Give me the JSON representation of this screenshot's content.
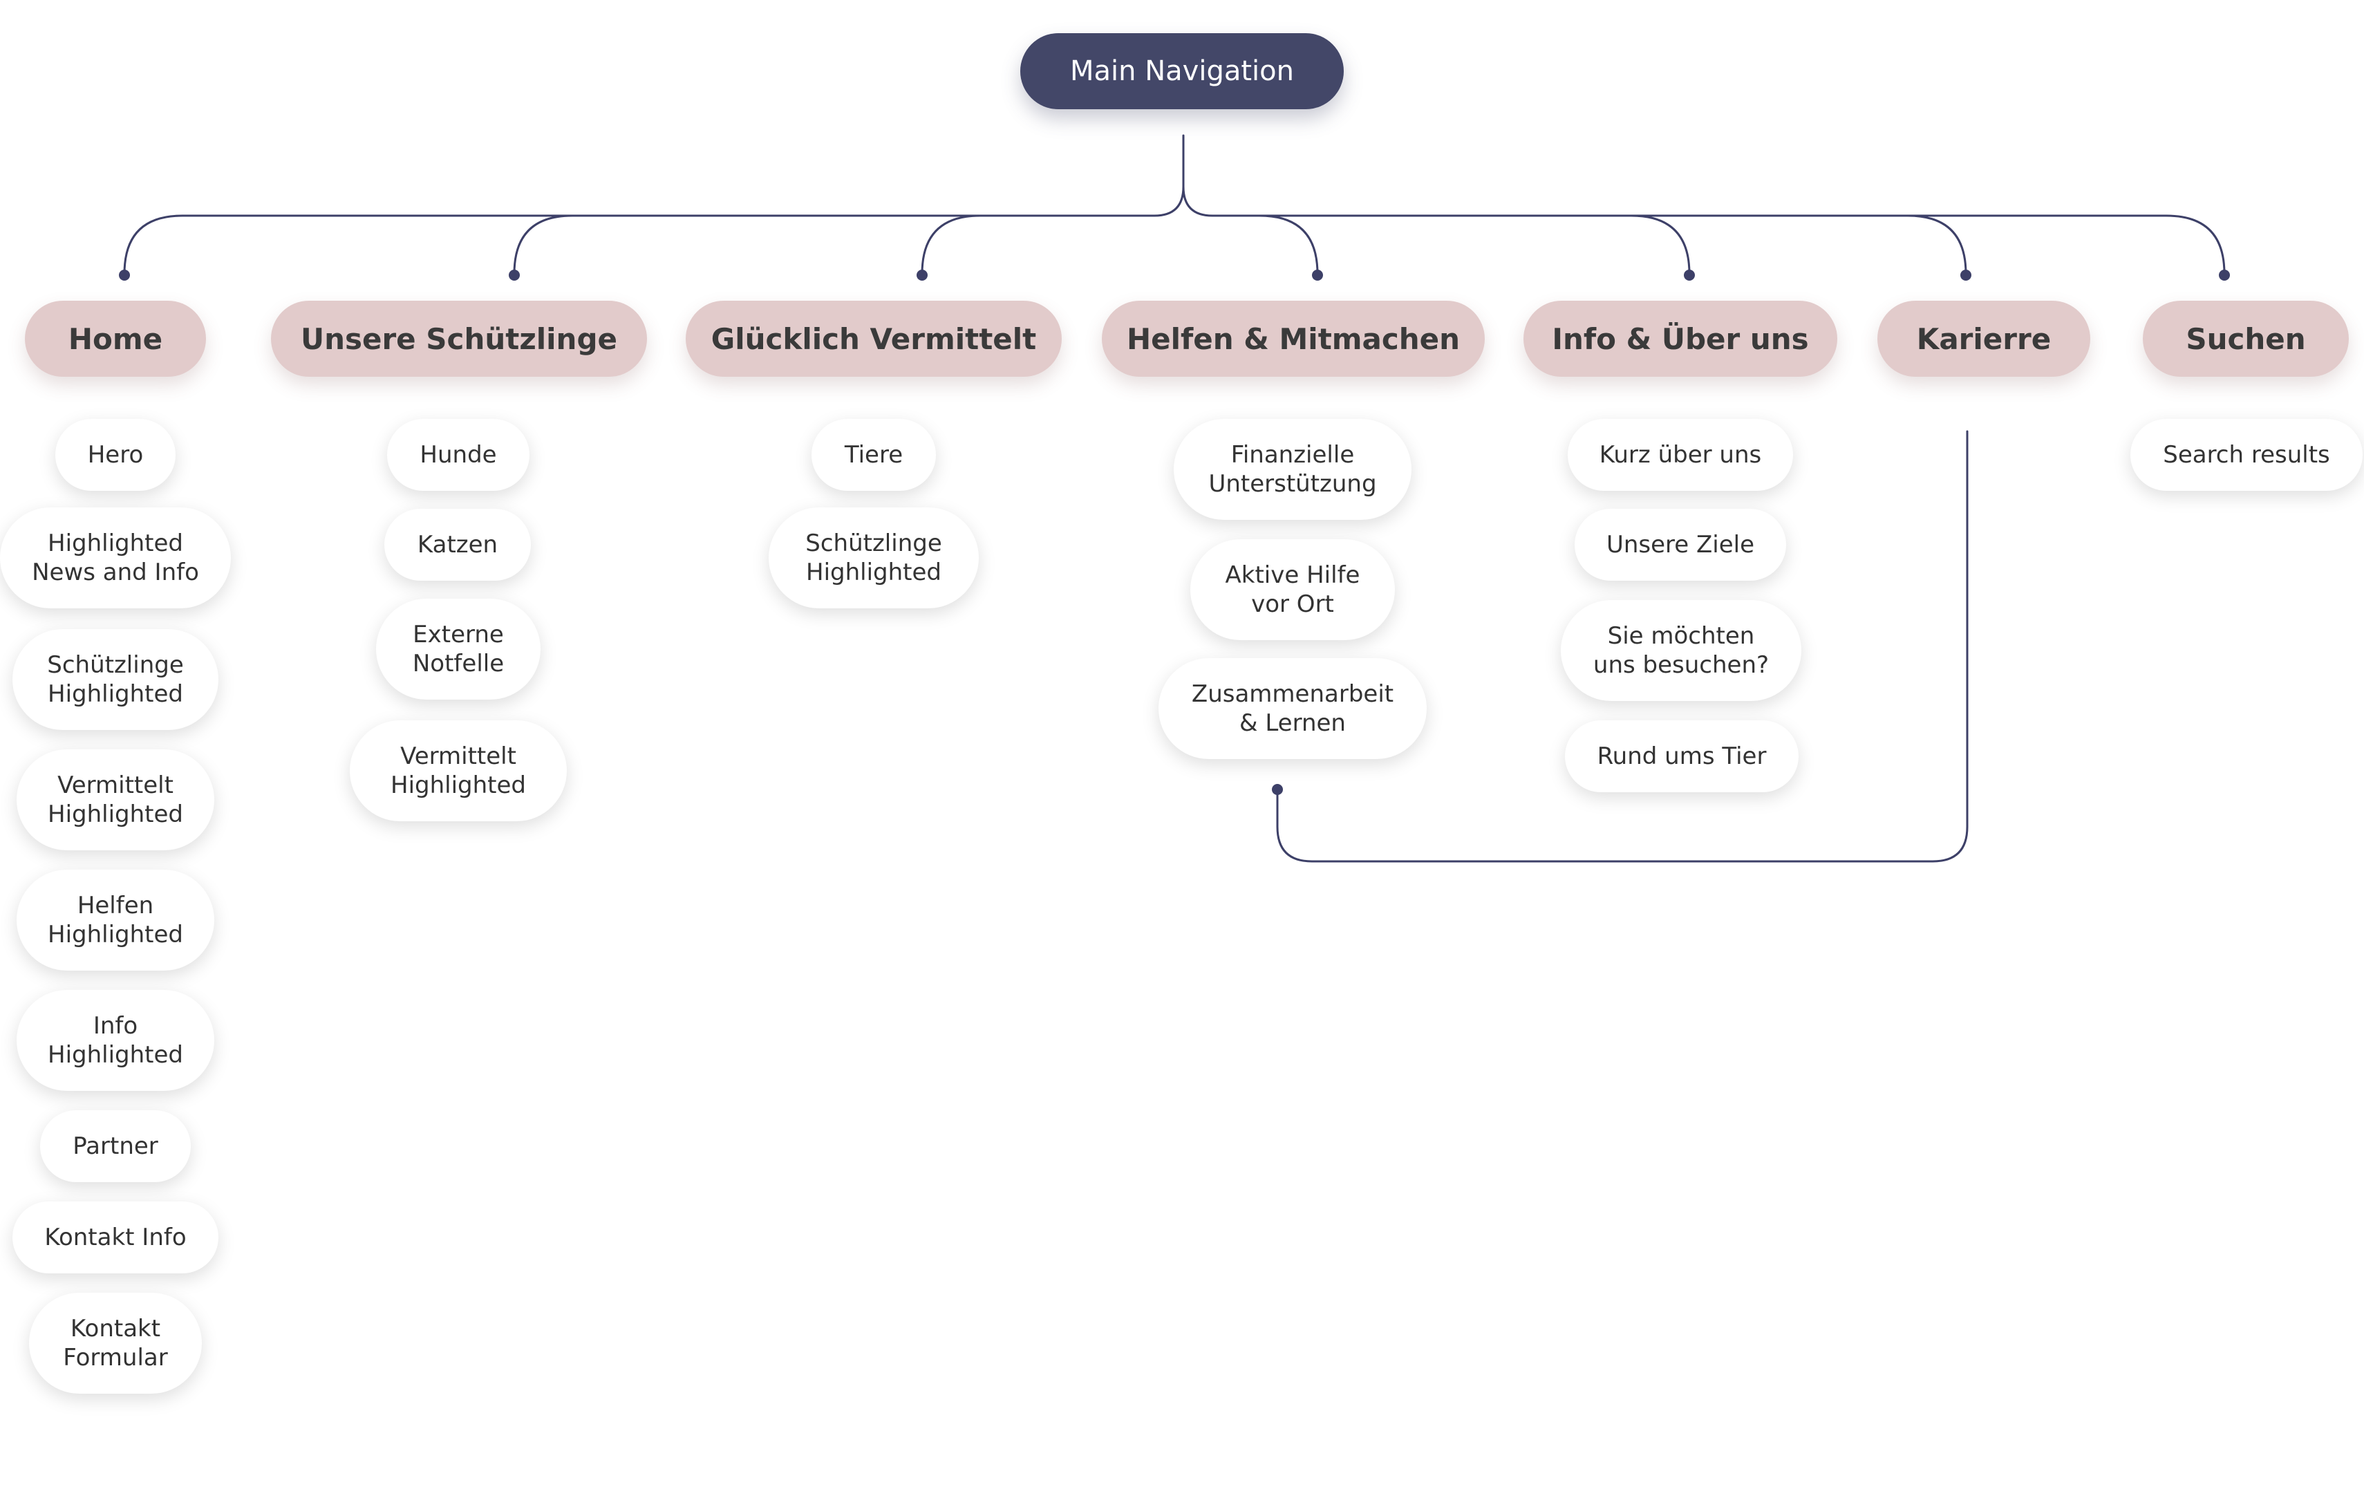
{
  "colors": {
    "root_fill": "#434768",
    "root_text": "#ffffff",
    "category_fill": "#e2cbcb",
    "category_text": "#3a3a3a",
    "item_fill": "#ffffff",
    "item_text": "#333333",
    "connector": "#3d4068"
  },
  "root": {
    "label": "Main Navigation"
  },
  "categories": [
    {
      "label": "Home",
      "items": [
        "Hero",
        "Highlighted\nNews and Info",
        "Schützlinge\nHighlighted",
        "Vermittelt\nHighlighted",
        "Helfen\nHighlighted",
        "Info\nHighlighted",
        "Partner",
        "Kontakt Info",
        "Kontakt\nFormular"
      ]
    },
    {
      "label": "Unsere Schützlinge",
      "items": [
        "Hunde",
        "Katzen",
        "Externe\nNotfelle",
        "Vermittelt\nHighlighted"
      ]
    },
    {
      "label": "Glücklich Vermittelt",
      "items": [
        "Tiere",
        "Schützlinge\nHighlighted"
      ]
    },
    {
      "label": "Helfen & Mitmachen",
      "items": [
        "Finanzielle\nUnterstützung",
        "Aktive Hilfe\nvor Ort",
        "Zusammenarbeit\n& Lernen"
      ]
    },
    {
      "label": "Info & Über uns",
      "items": [
        "Kurz über uns",
        "Unsere Ziele",
        "Sie möchten\nuns besuchen?",
        "Rund ums Tier"
      ]
    },
    {
      "label": "Karierre",
      "items": []
    },
    {
      "label": "Suchen",
      "items": [
        "Search results"
      ]
    }
  ],
  "links": [
    {
      "from": "Karierre",
      "to": "Zusammenarbeit\n& Lernen"
    }
  ]
}
